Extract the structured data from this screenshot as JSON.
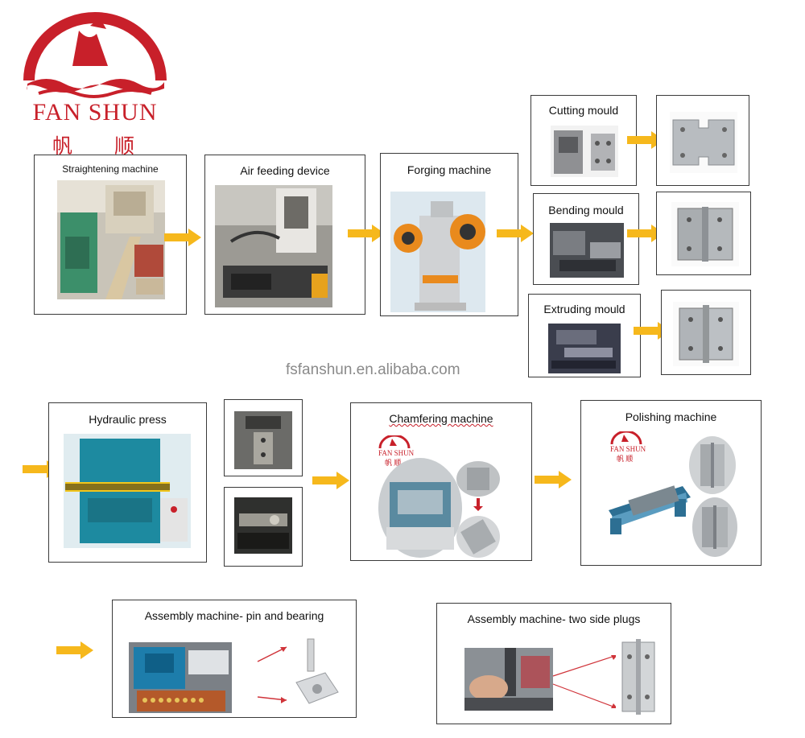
{
  "brand": {
    "name": "FAN SHUN",
    "name_cn": "帆 顺",
    "color": "#c8202a"
  },
  "watermark": "fsfanshun.en.alibaba.com",
  "colors": {
    "arrow": "#f6b81c",
    "border": "#3a3a3a",
    "machine_teal": "#1d8aa0",
    "machine_orange": "#e98a1d"
  },
  "steps": {
    "straightening": "Straightening machine",
    "air_feeding": "Air feeding device",
    "forging": "Forging machine",
    "cutting": "Cutting mould",
    "bending": "Bending mould",
    "extruding": "Extruding mould",
    "hydraulic": "Hydraulic press",
    "chamfering": "Chamfering machine",
    "polishing": "Polishing machine",
    "assembly_pin": "Assembly machine- pin and bearing",
    "assembly_plugs": "Assembly machine- two side plugs"
  },
  "mini_logo": {
    "name": "FAN SHUN",
    "name_cn": "帆 顺"
  }
}
